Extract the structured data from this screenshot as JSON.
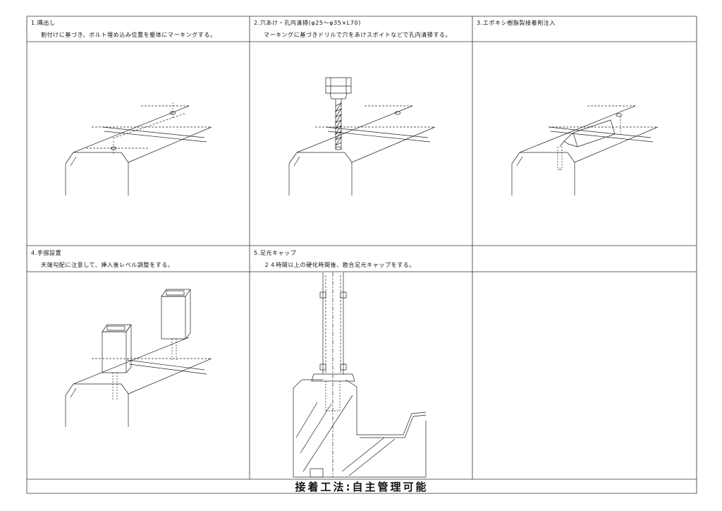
{
  "steps": [
    {
      "title": "1.隅出し",
      "desc": "割付けに基づき、ボルト埋め込み位置を躯体にマーキングする。"
    },
    {
      "title": "2.穴あけ・孔内清掃(φ25〜φ35×L70)",
      "desc": "マーキングに基づきドリルで穴をあけスポイトなどで孔内清掃する。"
    },
    {
      "title": "3.エポキシ樹脂製接着剤注入",
      "desc": ""
    },
    {
      "title": "4.手摺設置",
      "desc": "天端勾配に注意して、挿入後レベル調整をする。"
    },
    {
      "title": "5.足元キャップ",
      "desc": "２４時間以上の硬化時間後、勘合足元キャップをする。"
    }
  ],
  "footer": {
    "title": "接着工法:自主管理可能"
  }
}
